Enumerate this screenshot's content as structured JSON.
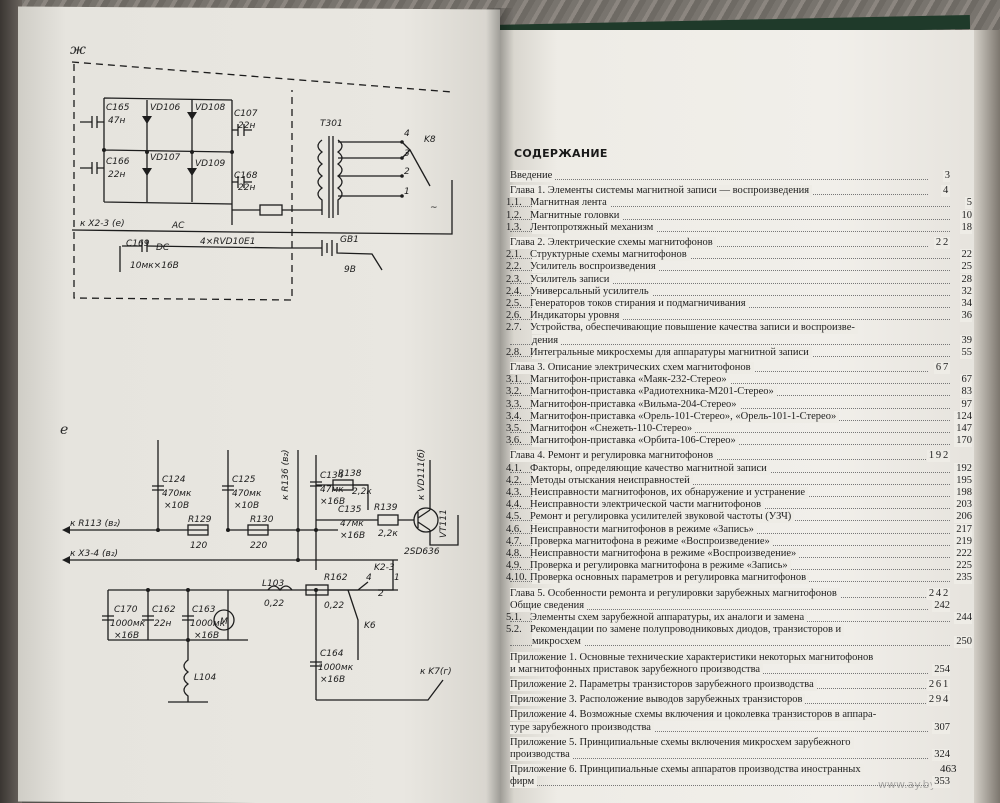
{
  "figures": {
    "fig_top_letter": "ж",
    "fig_bottom_letter": "е"
  },
  "schematic_top": {
    "labels": [
      "C165",
      "47н",
      "VD106",
      "VD108",
      "C107",
      "22н",
      "C166",
      "22н",
      "VD107",
      "VD109",
      "C168",
      "22н",
      "T301",
      "K8",
      "4",
      "3",
      "2",
      "1",
      "~",
      "к X2-3 (е)",
      "AC",
      "DC",
      "4×RVD10E1",
      "C169",
      "10мк×16В",
      "GB1",
      "9В"
    ]
  },
  "schematic_bottom": {
    "labels": [
      "C124",
      "470мк",
      "×10В",
      "C125",
      "470мк",
      "×10В",
      "к R136 (в₂)",
      "C134",
      "47мк",
      "×16В",
      "R138",
      "2,2к",
      "к VD111(б)",
      "C135",
      "47мк",
      "×16В",
      "R139",
      "2,2к",
      "VT111",
      "2SD636",
      "к R113 (в₂)",
      "R129",
      "120",
      "R130",
      "220",
      "к X3-4 (в₂)",
      "K2-3",
      "4",
      "1",
      "2",
      "L103",
      "0,22",
      "R162",
      "0,22",
      "C170",
      "1000мк",
      "×16В",
      "C162",
      "22н",
      "C163",
      "1000мк",
      "×16В",
      "M",
      "K6",
      "C164",
      "1000мк",
      "×16В",
      "L104",
      "к K7(г)"
    ]
  },
  "toc": {
    "title": "СОДЕРЖАНИЕ",
    "entries": [
      {
        "kind": "plain",
        "text": "Введение",
        "page": "3"
      },
      {
        "kind": "chapter",
        "prefix": "Глава",
        "text": "1. Элементы системы магнитной записи — воспроизведения",
        "page": "4"
      },
      {
        "kind": "sub",
        "num": "1.1.",
        "text": "Магнитная лента",
        "page": "5"
      },
      {
        "kind": "sub",
        "num": "1.2.",
        "text": "Магнитные головки",
        "page": "10"
      },
      {
        "kind": "sub",
        "num": "1.3.",
        "text": "Лентопротяжный механизм",
        "page": "18"
      },
      {
        "kind": "chapter",
        "prefix": "Глава",
        "text": "2. Электрические схемы магнитофонов",
        "page": "22"
      },
      {
        "kind": "sub",
        "num": "2.1.",
        "text": "Структурные схемы магнитофонов",
        "page": "22"
      },
      {
        "kind": "sub",
        "num": "2.2.",
        "text": "Усилитель воспроизведения",
        "page": "25"
      },
      {
        "kind": "sub",
        "num": "2.3.",
        "text": "Усилитель записи",
        "page": "28"
      },
      {
        "kind": "sub",
        "num": "2.4.",
        "text": "Универсальный усилитель",
        "page": "32"
      },
      {
        "kind": "sub",
        "num": "2.5.",
        "text": "Генераторов токов стирания и подмагничивания",
        "page": "34"
      },
      {
        "kind": "sub",
        "num": "2.6.",
        "text": "Индикаторы уровня",
        "page": "36"
      },
      {
        "kind": "sub",
        "num": "2.7.",
        "text": "Устройства, обеспечивающие повышение качества записи и воспроизве-",
        "page": ""
      },
      {
        "kind": "cont",
        "text": "дения",
        "page": "39"
      },
      {
        "kind": "sub",
        "num": "2.8.",
        "text": "Интегральные микросхемы для аппаратуры магнитной записи",
        "page": "55"
      },
      {
        "kind": "chapter",
        "prefix": "Глава",
        "text": "3. Описание электрических схем магнитофонов",
        "page": "67"
      },
      {
        "kind": "sub",
        "num": "3.1.",
        "text": "Магнитофон-приставка «Маяк-232-Стерео»",
        "page": "67"
      },
      {
        "kind": "sub",
        "num": "3.2.",
        "text": "Магнитофон-приставка «Радиотехника-М201-Стерео»",
        "page": "83"
      },
      {
        "kind": "sub",
        "num": "3.3.",
        "text": "Магнитофон-приставка «Вильма-204-Стерео»",
        "page": "97"
      },
      {
        "kind": "sub",
        "num": "3.4.",
        "text": "Магнитофон-приставка «Орель-101-Стерео», «Орель-101-1-Стерео»",
        "page": "124"
      },
      {
        "kind": "sub",
        "num": "3.5.",
        "text": "Магнитофон «Снежеть-110-Стерео»",
        "page": "147"
      },
      {
        "kind": "sub",
        "num": "3.6.",
        "text": "Магнитофон-приставка «Орбита-106-Стерео»",
        "page": "170"
      },
      {
        "kind": "chapter",
        "prefix": "Глава",
        "text": "4. Ремонт и регулировка магнитофонов",
        "page": "192"
      },
      {
        "kind": "sub",
        "num": "4.1.",
        "text": "Факторы, определяющие качество магнитной записи",
        "page": "192"
      },
      {
        "kind": "sub",
        "num": "4.2.",
        "text": "Методы отыскания неисправностей",
        "page": "195"
      },
      {
        "kind": "sub",
        "num": "4.3.",
        "text": "Неисправности магнитофонов, их обнаружение и устранение",
        "page": "198"
      },
      {
        "kind": "sub",
        "num": "4.4.",
        "text": "Неисправности электрической части магнитофонов",
        "page": "203"
      },
      {
        "kind": "sub",
        "num": "4.5.",
        "text": "Ремонт и регулировка усилителей звуковой частоты (УЗЧ)",
        "page": "206"
      },
      {
        "kind": "sub",
        "num": "4.6.",
        "text": "Неисправности магнитофонов в режиме «Запись»",
        "page": "217"
      },
      {
        "kind": "sub",
        "num": "4.7.",
        "text": "Проверка магнитофона в режиме «Воспроизведение»",
        "page": "219"
      },
      {
        "kind": "sub",
        "num": "4.8.",
        "text": "Неисправности магнитофона в режиме «Воспроизведение»",
        "page": "222"
      },
      {
        "kind": "sub",
        "num": "4.9.",
        "text": "Проверка и регулировка магнитофона в режиме «Запись»",
        "page": "225"
      },
      {
        "kind": "sub",
        "num": "4.10.",
        "text": "Проверка основных параметров и регулировка магнитофонов",
        "page": "235"
      },
      {
        "kind": "chapter",
        "prefix": "Глава",
        "text": "5. Особенности ремонта и регулировки зарубежных магнитофонов",
        "page": "242"
      },
      {
        "kind": "plain",
        "text": "Общие сведения",
        "page": "242"
      },
      {
        "kind": "sub",
        "num": "5.1.",
        "text": "Элементы схем зарубежной аппаратуры, их аналоги и замена",
        "page": "244"
      },
      {
        "kind": "sub",
        "num": "5.2.",
        "text": "Рекомендации по замене полупроводниковых диодов, транзисторов и",
        "page": ""
      },
      {
        "kind": "cont",
        "text": "микросхем",
        "page": "250"
      },
      {
        "kind": "chapter",
        "prefix": "Приложение",
        "text": "1. Основные технические характеристики некоторых магнитофонов",
        "page": ""
      },
      {
        "kind": "plain",
        "text": "и магнитофонных приставок зарубежного производства",
        "page": "254"
      },
      {
        "kind": "chapter",
        "prefix": "Приложение",
        "text": "2. Параметры транзисторов зарубежного производства",
        "page": "261"
      },
      {
        "kind": "chapter",
        "prefix": "Приложение",
        "text": "3. Расположение выводов зарубежных транзисторов",
        "page": "294"
      },
      {
        "kind": "chapter",
        "prefix": "Приложение",
        "text": "4. Возможные схемы включения и цоколевка транзисторов в аппара-",
        "page": ""
      },
      {
        "kind": "plain",
        "text": "туре зарубежного производства",
        "page": "307"
      },
      {
        "kind": "chapter",
        "prefix": "Приложение",
        "text": "5. Принципиальные схемы включения микросхем зарубежного",
        "page": ""
      },
      {
        "kind": "plain",
        "text": "производства",
        "page": "324"
      },
      {
        "kind": "chapter",
        "prefix": "Приложение",
        "text": "6. Принципиальные схемы аппаратов производства иностранных",
        "page": ""
      },
      {
        "kind": "plain",
        "text": "фирм",
        "page": "353"
      }
    ]
  },
  "page_number": "463",
  "watermark": "www.ay.by"
}
